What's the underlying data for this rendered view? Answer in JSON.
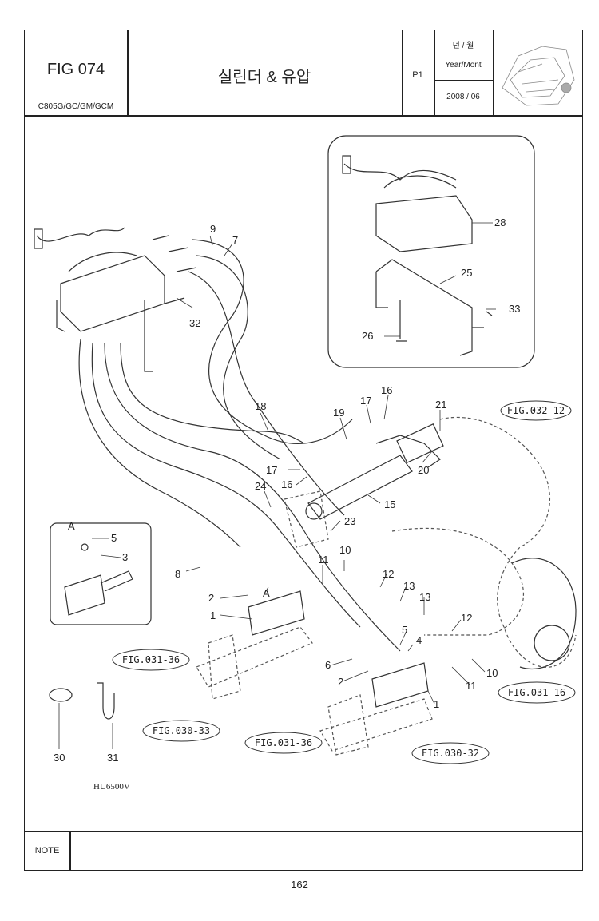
{
  "header": {
    "fig_label": "FIG 074",
    "model": "C805G/GC/GM/GCM",
    "title": "실린더 & 유압",
    "page_code": "P1",
    "date_label_kor": "년 / 월",
    "date_label_eng": "Year/Mont",
    "date_value": "2008 / 06"
  },
  "callouts": {
    "c9": "9",
    "c7": "7",
    "c32": "32",
    "c28": "28",
    "c25": "25",
    "c33": "33",
    "c26": "26",
    "c18": "18",
    "c19": "19",
    "c17a": "17",
    "c16a": "16",
    "c21": "21",
    "c17b": "17",
    "c16b": "16",
    "c20": "20",
    "c24": "24",
    "c15": "15",
    "c23": "23",
    "cA": "A",
    "c5a": "5",
    "c3": "3",
    "c8": "8",
    "c11a": "11",
    "c10a": "10",
    "c12a": "12",
    "c13a": "13",
    "c2a": "2",
    "cA2": "A",
    "c1a": "1",
    "c13b": "13",
    "c12b": "12",
    "c5b": "5",
    "c4": "4",
    "c6": "6",
    "c2b": "2",
    "c11b": "11",
    "c10b": "10",
    "c1b": "1",
    "c30": "30",
    "c31": "31"
  },
  "fig_refs": {
    "r1": "FIG.032-12",
    "r2": "FIG.031-36",
    "r3": "FIG.031-16",
    "r4": "FIG.030-33",
    "r5": "FIG.031-36",
    "r6": "FIG.030-32"
  },
  "drawing_code": "HU6500V",
  "note_label": "NOTE",
  "page_number": "162"
}
